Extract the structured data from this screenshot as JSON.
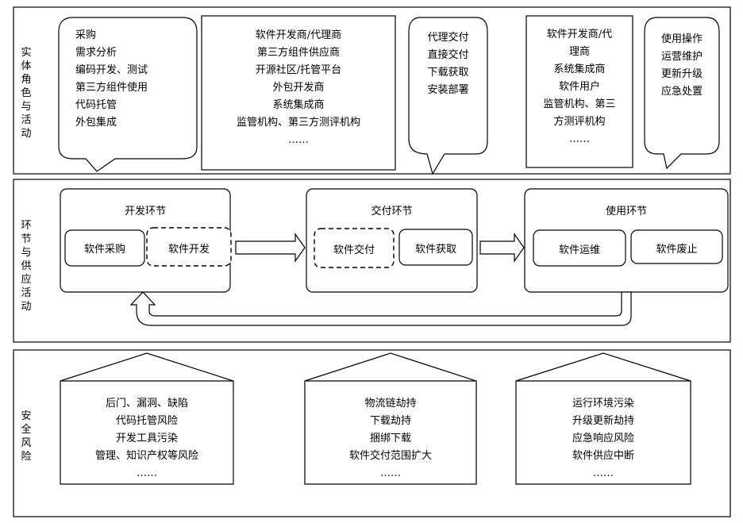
{
  "sections": {
    "roles": {
      "title": [
        "实",
        "体",
        "角",
        "色",
        "与",
        "活",
        "动"
      ]
    },
    "stages": {
      "title": [
        "环",
        "节",
        "与",
        "供",
        "应",
        "活",
        "动"
      ]
    },
    "risks": {
      "title": [
        "安",
        "全",
        "风",
        "险"
      ]
    }
  },
  "roles": {
    "dev_activities": [
      "采购",
      "需求分析",
      "编码开发、测试",
      "第三方组件使用",
      "代码托管",
      "外包集成"
    ],
    "dev_actors": [
      "软件开发商/代理商",
      "第三方组件供应商",
      "开源社区/托管平台",
      "外包开发商",
      "系统集成商",
      "监管机构、第三方测评机构",
      "……"
    ],
    "delivery_activities": [
      "代理交付",
      "直接交付",
      "下载获取",
      "安装部署"
    ],
    "use_actors": [
      "软件开发商/代",
      "理商",
      "系统集成商",
      "软件用户",
      "监管机构、第三",
      "方测评机构",
      "……"
    ],
    "use_activities": [
      "使用操作",
      "运营维护",
      "更新升级",
      "应急处置"
    ]
  },
  "stages": {
    "dev": {
      "title": "开发环节",
      "items": [
        "软件采购",
        "软件开发"
      ]
    },
    "delivery": {
      "title": "交付环节",
      "items": [
        "软件交付",
        "软件获取"
      ]
    },
    "use": {
      "title": "使用环节",
      "items": [
        "软件运维",
        "软件废止"
      ]
    }
  },
  "risks": {
    "dev": [
      "后门、漏洞、缺陷",
      "代码托管风险",
      "开发工具污染",
      "管理、知识产权等风险",
      "……"
    ],
    "delivery": [
      "物流链劫持",
      "下载劫持",
      "捆绑下载",
      "软件交付范围扩大",
      "……"
    ],
    "use": [
      "运行环境污染",
      "升级更新劫持",
      "应急响应风险",
      "软件供应中断",
      "……"
    ]
  }
}
